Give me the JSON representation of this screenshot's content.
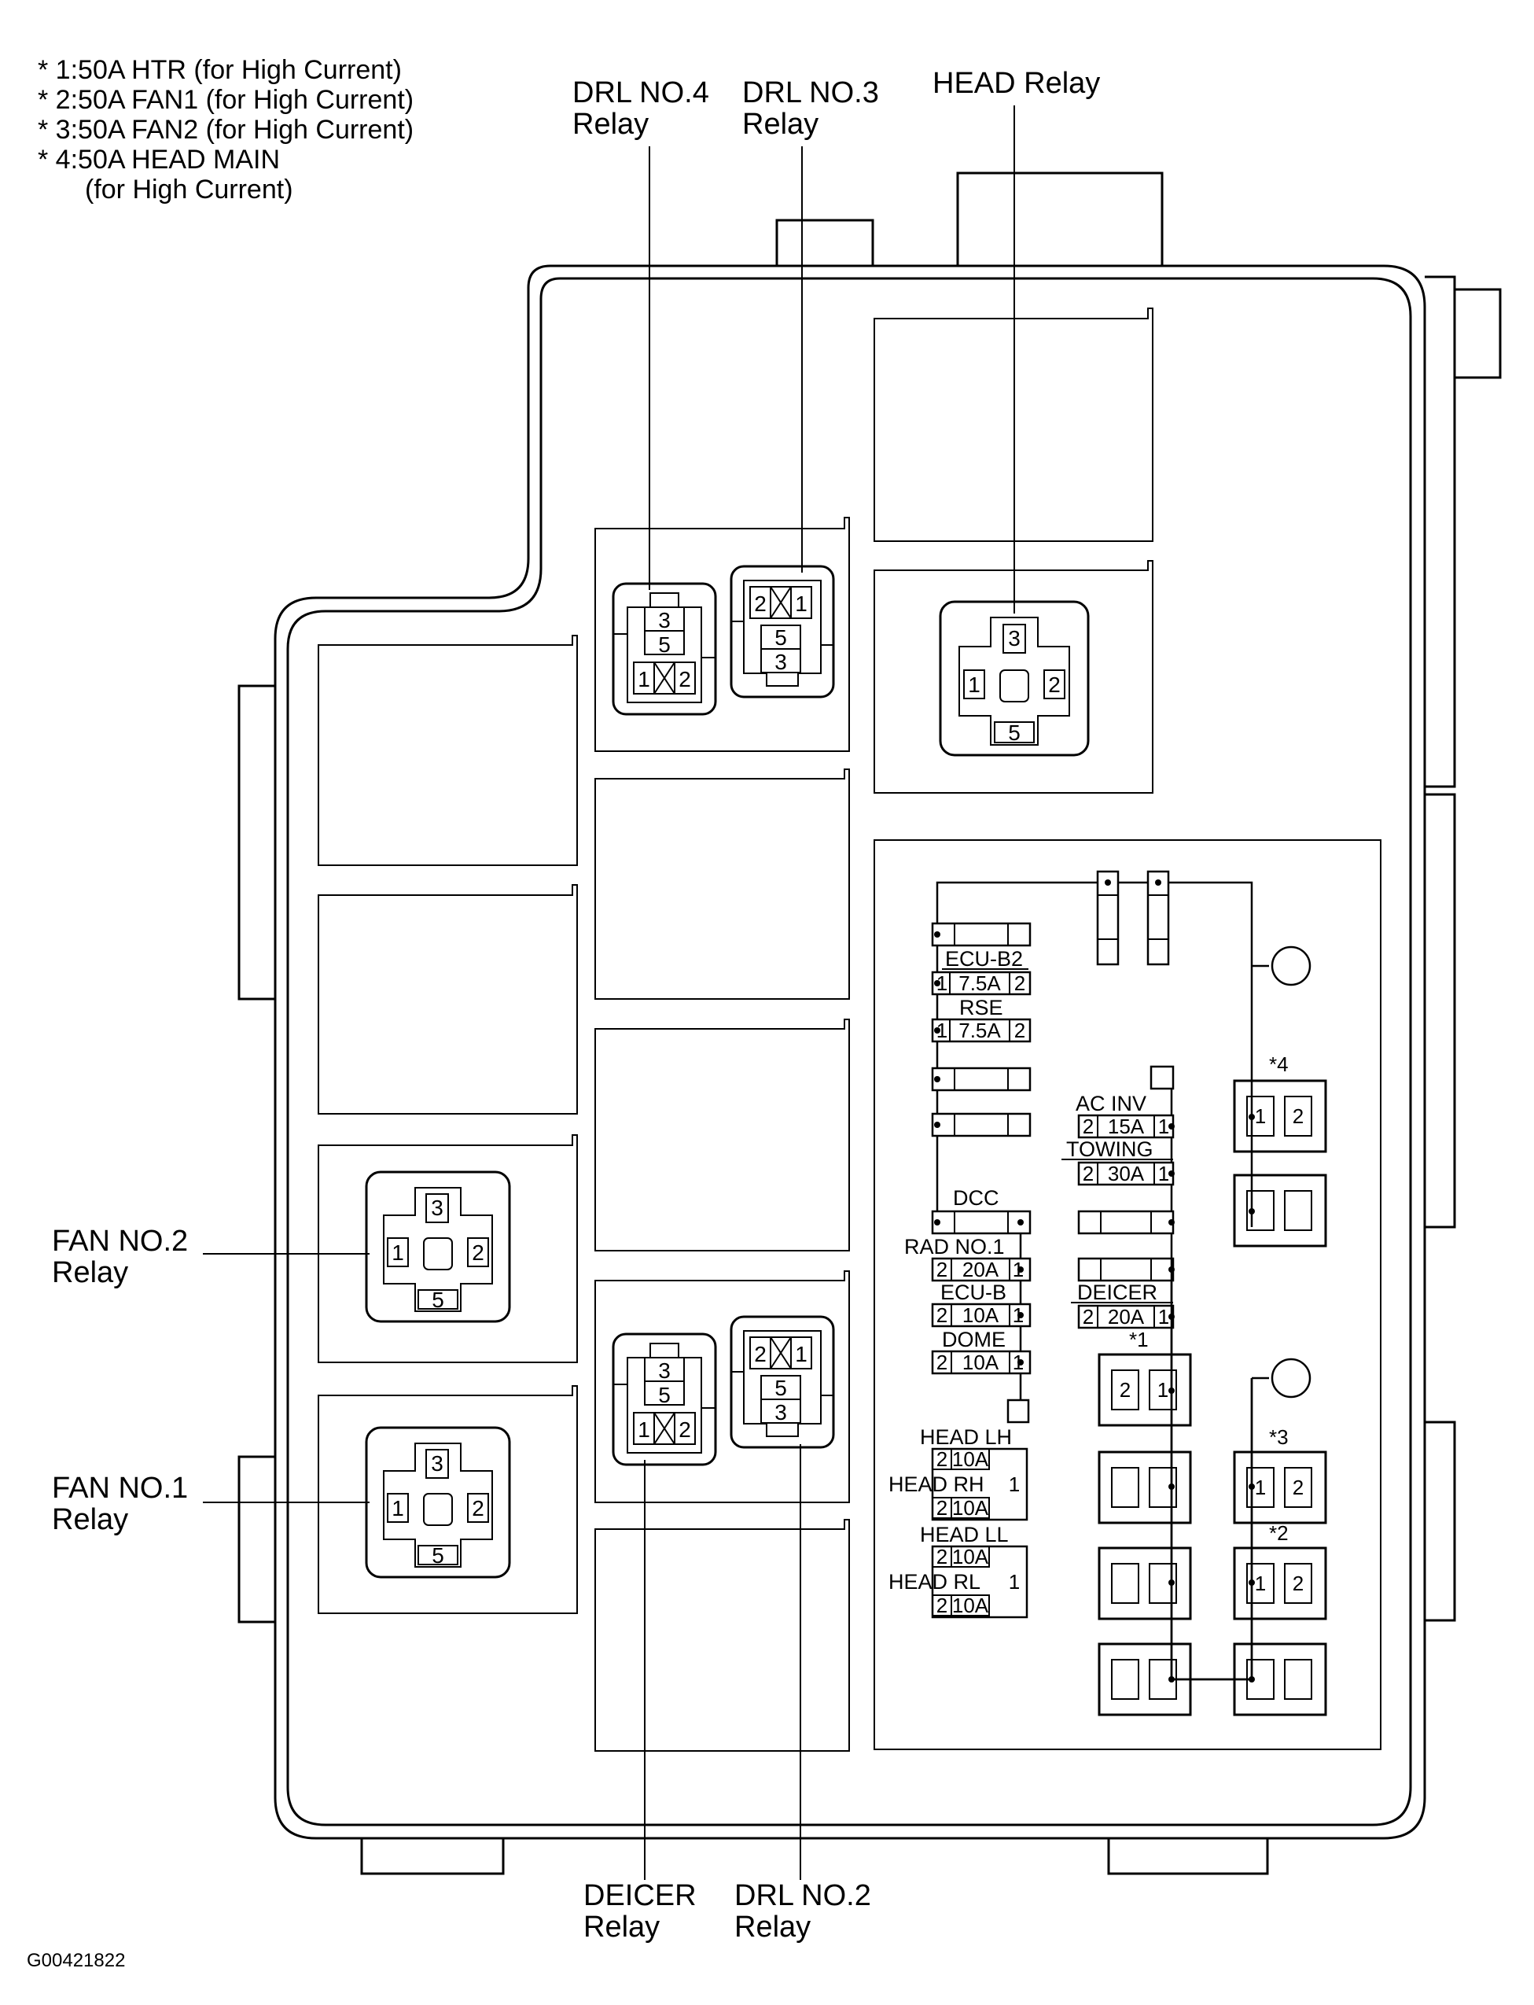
{
  "notes": [
    "* 1:50A HTR (for High Current)",
    "* 2:50A FAN1 (for High Current)",
    "* 3:50A FAN2 (for High Current)",
    "* 4:50A HEAD MAIN",
    "(for High Current)"
  ],
  "relays": {
    "drl_no4": {
      "line1": "DRL NO.4",
      "line2": "Relay"
    },
    "drl_no3": {
      "line1": "DRL NO.3",
      "line2": "Relay"
    },
    "head": {
      "line1": "HEAD Relay"
    },
    "fan_no2": {
      "line1": "FAN NO.2",
      "line2": "Relay"
    },
    "fan_no1": {
      "line1": "FAN NO.1",
      "line2": "Relay"
    },
    "deicer": {
      "line1": "DEICER",
      "line2": "Relay"
    },
    "drl_no2": {
      "line1": "DRL NO.2",
      "line2": "Relay"
    }
  },
  "pins": {
    "p1": "1",
    "p2": "2",
    "p3": "3",
    "p5": "5"
  },
  "fuses": {
    "ecu_b2": {
      "name": "ECU-B2",
      "a": "1",
      "rating": "7.5A",
      "b": "2"
    },
    "rse": {
      "name": "RSE",
      "a": "1",
      "rating": "7.5A",
      "b": "2"
    },
    "ac_inv": {
      "name": "AC INV",
      "a": "2",
      "rating": "15A",
      "b": "1"
    },
    "towing": {
      "name": "TOWING",
      "a": "2",
      "rating": "30A",
      "b": "1"
    },
    "dcc": {
      "name": "DCC"
    },
    "rad_no1": {
      "name": "RAD NO.1",
      "a": "2",
      "rating": "20A",
      "b": "1"
    },
    "ecu_b": {
      "name": "ECU-B",
      "a": "2",
      "rating": "10A",
      "b": "1"
    },
    "deicer": {
      "name": "DEICER",
      "a": "2",
      "rating": "20A",
      "b": "1"
    },
    "dome": {
      "name": "DOME",
      "a": "2",
      "rating": "10A",
      "b": "1"
    },
    "head_lh": {
      "name": "HEAD LH",
      "a": "2",
      "rating": "10A"
    },
    "head_rh": {
      "name": "HEAD RH",
      "a": "2",
      "rating": "10A"
    },
    "head_ll": {
      "name": "HEAD LL",
      "a": "2",
      "rating": "10A"
    },
    "head_rl": {
      "name": "HEAD RL",
      "a": "2",
      "rating": "10A"
    },
    "head_common": "1"
  },
  "fusible_links": {
    "l1": "*1",
    "l2": "*2",
    "l3": "*3",
    "l4": "*4"
  },
  "figure_id": "G00421822"
}
